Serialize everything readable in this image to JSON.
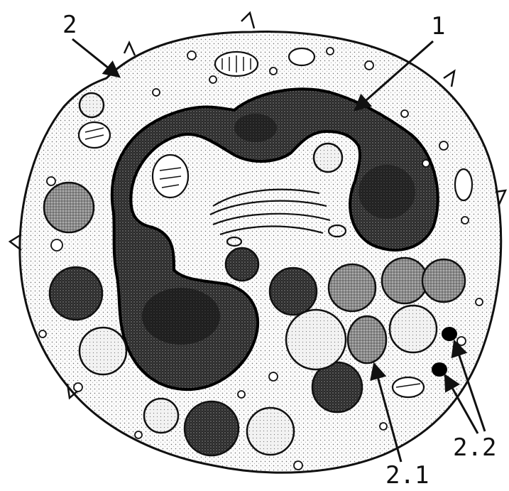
{
  "labels": {
    "nucleus": "1",
    "cell_membrane": "2",
    "granule_a": "2.1",
    "granule_b": "2.2"
  }
}
